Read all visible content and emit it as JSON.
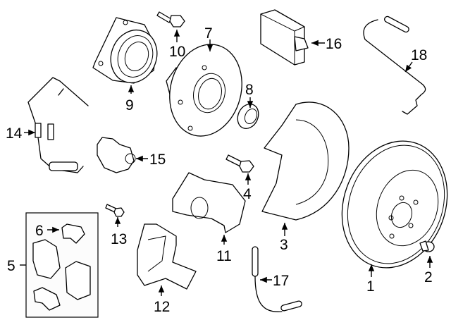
{
  "diagram": {
    "title": "Rear brake components",
    "callouts": [
      {
        "number": "1",
        "part": "rotor"
      },
      {
        "number": "2",
        "part": "rotor-screw"
      },
      {
        "number": "3",
        "part": "splash-shield"
      },
      {
        "number": "4",
        "part": "shield-bolt"
      },
      {
        "number": "5",
        "part": "brake-pad-set"
      },
      {
        "number": "6",
        "part": "pad-clip"
      },
      {
        "number": "7",
        "part": "hub"
      },
      {
        "number": "8",
        "part": "axle-nut"
      },
      {
        "number": "9",
        "part": "wheel-bearing"
      },
      {
        "number": "10",
        "part": "hub-bolt"
      },
      {
        "number": "11",
        "part": "caliper"
      },
      {
        "number": "12",
        "part": "caliper-bracket"
      },
      {
        "number": "13",
        "part": "bracket-bolt"
      },
      {
        "number": "14",
        "part": "abs-sensor-harness"
      },
      {
        "number": "15",
        "part": "parking-brake-actuator"
      },
      {
        "number": "16",
        "part": "control-module"
      },
      {
        "number": "17",
        "part": "pad-wear-sensor"
      },
      {
        "number": "18",
        "part": "wear-sensor-rear"
      }
    ]
  }
}
